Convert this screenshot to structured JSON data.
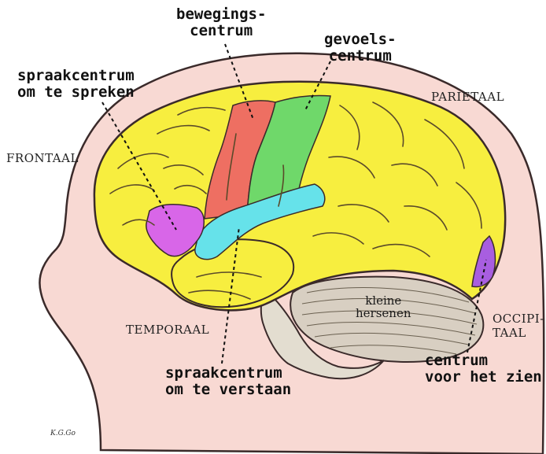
{
  "labels": {
    "motor": "bewegings-\ncentrum",
    "sensory": "gevoels-\ncentrum",
    "speech_production": "spraakcentrum\nom te spreken",
    "speech_comprehension": "spraakcentrum\nom te verstaan",
    "vision": "centrum\nvoor het zien"
  },
  "lobes": {
    "frontal": "FRONTAAL",
    "parietal": "PARIETAAL",
    "temporal": "TEMPORAAL",
    "occipital": "OCCIPI-\nTAAL"
  },
  "cerebellum_label": "kleine\nhersenen",
  "signature": "K.G.Go",
  "colors": {
    "skin": "#f8d9d3",
    "outline": "#3a2a2a",
    "brain": "#f7ee3f",
    "motor": "#ee6f62",
    "sensory": "#6fd86a",
    "speech_comprehension": "#66e2ea",
    "speech_production": "#d866e8",
    "vision": "#a85ee0",
    "cerebellum": "#d8cfc2",
    "brainstem": "#e3ddd0"
  }
}
